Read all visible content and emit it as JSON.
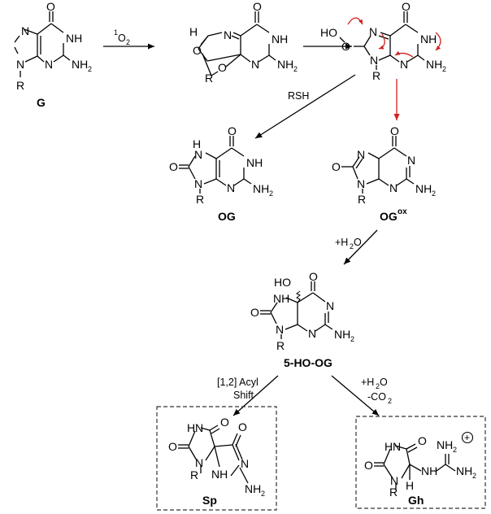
{
  "compounds": {
    "G": "G",
    "OG": "OG",
    "OGox": "OG",
    "OGox_sup": "ox",
    "HOOG": "5-HO-OG",
    "Sp": "Sp",
    "Gh": "Gh"
  },
  "reagents": {
    "singlet_oxygen_pre": "1",
    "singlet_oxygen": "O",
    "singlet_oxygen_sub": "2",
    "rsh": "RSH",
    "water1": "+H",
    "water1_sub": "2",
    "water1_post": "O",
    "acyl_line1": "[1,2] Acyl",
    "acyl_line2": "Shift",
    "water2": "+H",
    "water2_sub": "2",
    "water2_post": "O",
    "co2": "-CO",
    "co2_sub": "2"
  },
  "atoms": {
    "O": "O",
    "N": "N",
    "NH": "NH",
    "H": "H",
    "R": "R",
    "HO": "HO",
    "HOO": "HOO",
    "NH2": "NH",
    "two": "2",
    "plus": "+"
  },
  "colors": {
    "ink": "#000000",
    "arrow_red": "#d11f1f",
    "box_dash": "#333333"
  }
}
